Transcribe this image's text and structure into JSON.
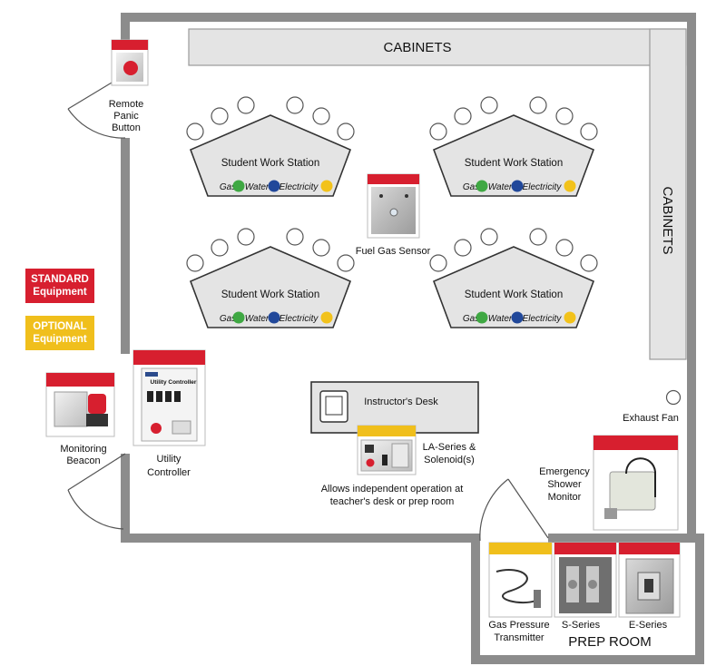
{
  "colors": {
    "standard": "#d71f2f",
    "optional": "#f0bf1c",
    "wall": "#8c8c8c",
    "cabinet": "#e4e4e4",
    "gas": "#3fa843",
    "water": "#21489a",
    "electricity": "#f2c21b"
  },
  "cabinets": {
    "top": "CABINETS",
    "right": "CABINETS"
  },
  "workstation": {
    "title": "Student Work Station",
    "gas": "Gas",
    "water": "Water",
    "electricity": "Electricity",
    "gas_icon": "flame-icon",
    "water_icon": "water-drop-icon",
    "electricity_icon": "lightning-icon"
  },
  "legend": {
    "standard_line1": "STANDARD",
    "standard_line2": "Equipment",
    "optional_line1": "OPTIONAL",
    "optional_line2": "Equipment"
  },
  "labels": {
    "fuel_gas_sensor": "Fuel Gas Sensor",
    "remote_panic_1": "Remote",
    "remote_panic_2": "Panic",
    "remote_panic_3": "Button",
    "monitoring_beacon_1": "Monitoring",
    "monitoring_beacon_2": "Beacon",
    "utility_controller_1": "Utility",
    "utility_controller_2": "Controller",
    "utility_controller_panel": "Utility Controller",
    "instructors_desk": "Instructor's Desk",
    "la_series_1": "LA-Series &",
    "la_series_2": "Solenoid(s)",
    "allows_1": "Allows independent operation at",
    "allows_2": "teacher's desk or prep room",
    "exhaust_fan": "Exhaust Fan",
    "shower_1": "Emergency",
    "shower_2": "Shower",
    "shower_3": "Monitor",
    "gas_pressure_1": "Gas Pressure",
    "gas_pressure_2": "Transmitter",
    "s_series": "S-Series",
    "e_series": "E-Series",
    "prep_room": "PREP ROOM"
  }
}
